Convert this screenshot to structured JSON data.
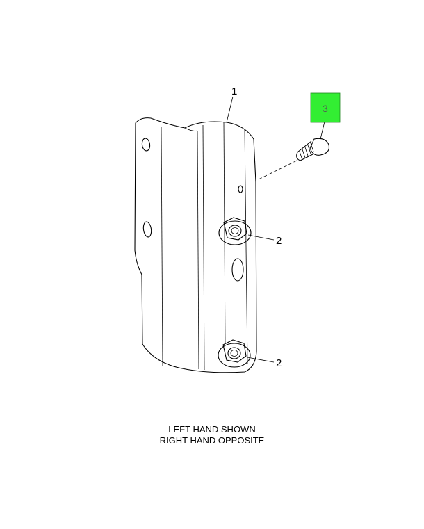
{
  "callouts": {
    "part_1": "1",
    "part_2_upper": "2",
    "part_2_lower": "2",
    "part_3": "3"
  },
  "highlight": {
    "color": "#33ee33",
    "border": "#228822"
  },
  "caption": {
    "line1": "LEFT HAND SHOWN",
    "line2": "RIGHT HAND OPPOSITE"
  }
}
